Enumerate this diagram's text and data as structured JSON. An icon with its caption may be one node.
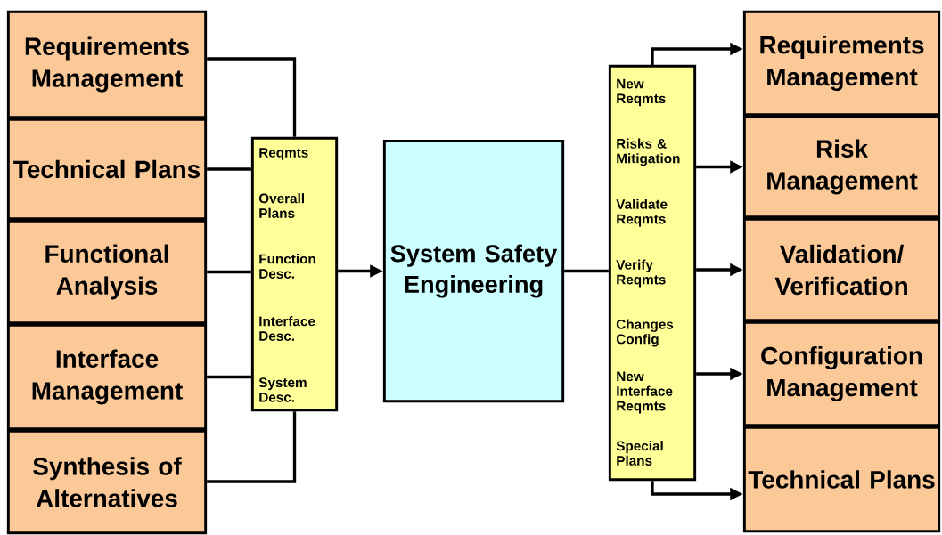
{
  "diagram": {
    "nodes": [
      {
        "text": [
          "Requirements Management"
        ]
      },
      {
        "text": [
          "Technical Plans"
        ]
      },
      {
        "text": [
          "Functional Analysis"
        ]
      },
      {
        "text": [
          "Interface Management"
        ]
      },
      {
        "text": [
          "Synthesis of Alternatives"
        ]
      },
      {
        "text": [
          "Reqmts",
          "Overall Plans",
          "Function Desc.",
          "Interface Desc.",
          "System Desc."
        ]
      },
      {
        "text": [
          "System Safety Engineering"
        ]
      },
      {
        "text": [
          "New Reqmts",
          "Risks & Mitigation",
          "Validate Reqmts",
          "Verify Reqmts",
          "Changes Config",
          "New Interface Reqmts",
          "Special Plans"
        ]
      },
      {
        "text": [
          "Requirements Management"
        ]
      },
      {
        "text": [
          "Risk Management"
        ]
      },
      {
        "text": [
          "Validation/ Verification"
        ]
      },
      {
        "text": [
          "Configuration Management"
        ]
      },
      {
        "text": [
          "Technical Plans"
        ]
      }
    ],
    "edges": [
      {
        "from": 0,
        "to": 5,
        "arrow": "none"
      },
      {
        "from": 1,
        "to": 5,
        "arrow": "none"
      },
      {
        "from": 2,
        "to": 5,
        "arrow": "none"
      },
      {
        "from": 3,
        "to": 5,
        "arrow": "none"
      },
      {
        "from": 4,
        "to": 5,
        "arrow": "none"
      },
      {
        "from": 5,
        "to": 6,
        "arrow": "to"
      },
      {
        "from": 6,
        "to": 7,
        "arrow": "none"
      },
      {
        "from": 7,
        "to": 8,
        "arrow": "to"
      },
      {
        "from": 7,
        "to": 9,
        "arrow": "to"
      },
      {
        "from": 7,
        "to": 10,
        "arrow": "to"
      },
      {
        "from": 7,
        "to": 11,
        "arrow": "to"
      },
      {
        "from": 7,
        "to": 12,
        "arrow": "to"
      }
    ]
  }
}
